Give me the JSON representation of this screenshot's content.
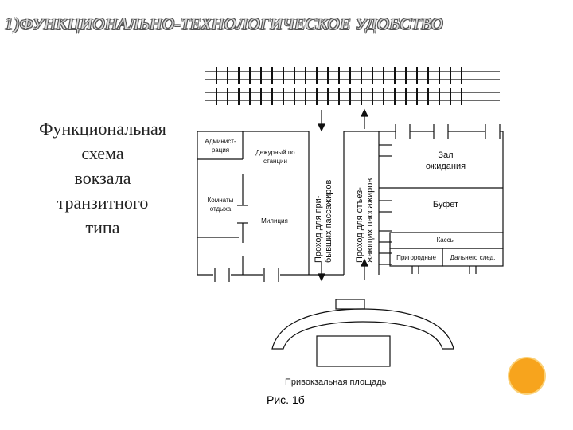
{
  "slide": {
    "title": "1)ФУНКЦИОНАЛЬНО-ТЕХНОЛОГИЧЕСКОЕ УДОБСТВО",
    "subtitle_lines": [
      "Функциональная",
      "схема",
      "вокзала",
      "транзитного",
      "типа"
    ]
  },
  "diagram": {
    "rooms": {
      "admin": "Админист-\nрация",
      "duty": "Дежурный по\nстанции",
      "rest": "Комнаты\nотдыха",
      "police": "Милиция",
      "waiting_hall": "Зал\nожидания",
      "buffet": "Буфет",
      "cashiers": "Кассы",
      "suburban": "Пригородные",
      "long_distance": "Дальнего след."
    },
    "passages": {
      "arriving": "Проход для при-\nбывших пассажиров",
      "departing": "Проход для отъез-\nжающих пассажиров"
    },
    "plaza_label": "Привокзальная площадь",
    "figure_caption": "Рис. 1б"
  },
  "colors": {
    "title_fill": "#d8d8d8",
    "accent_circle": "#f7a41d",
    "lines": "#111111"
  }
}
